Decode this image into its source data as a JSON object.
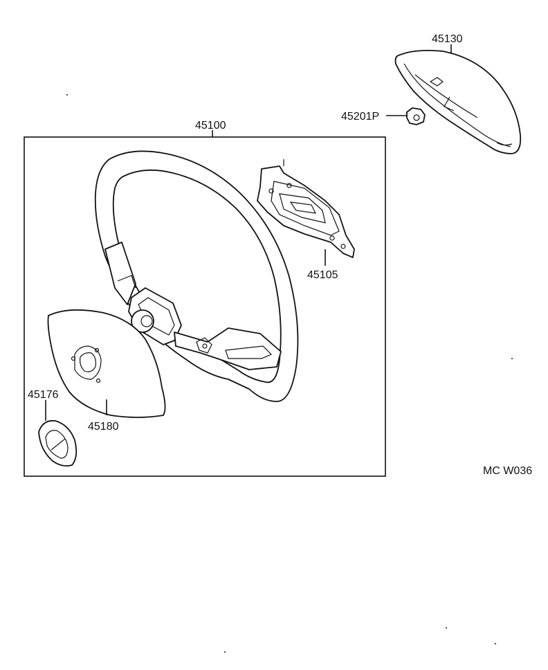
{
  "labels": {
    "pad": "45130",
    "nut": "45201P",
    "assembly": "45100",
    "bracket": "45105",
    "ring": "45176",
    "cover": "45180",
    "code": "MC W036"
  }
}
